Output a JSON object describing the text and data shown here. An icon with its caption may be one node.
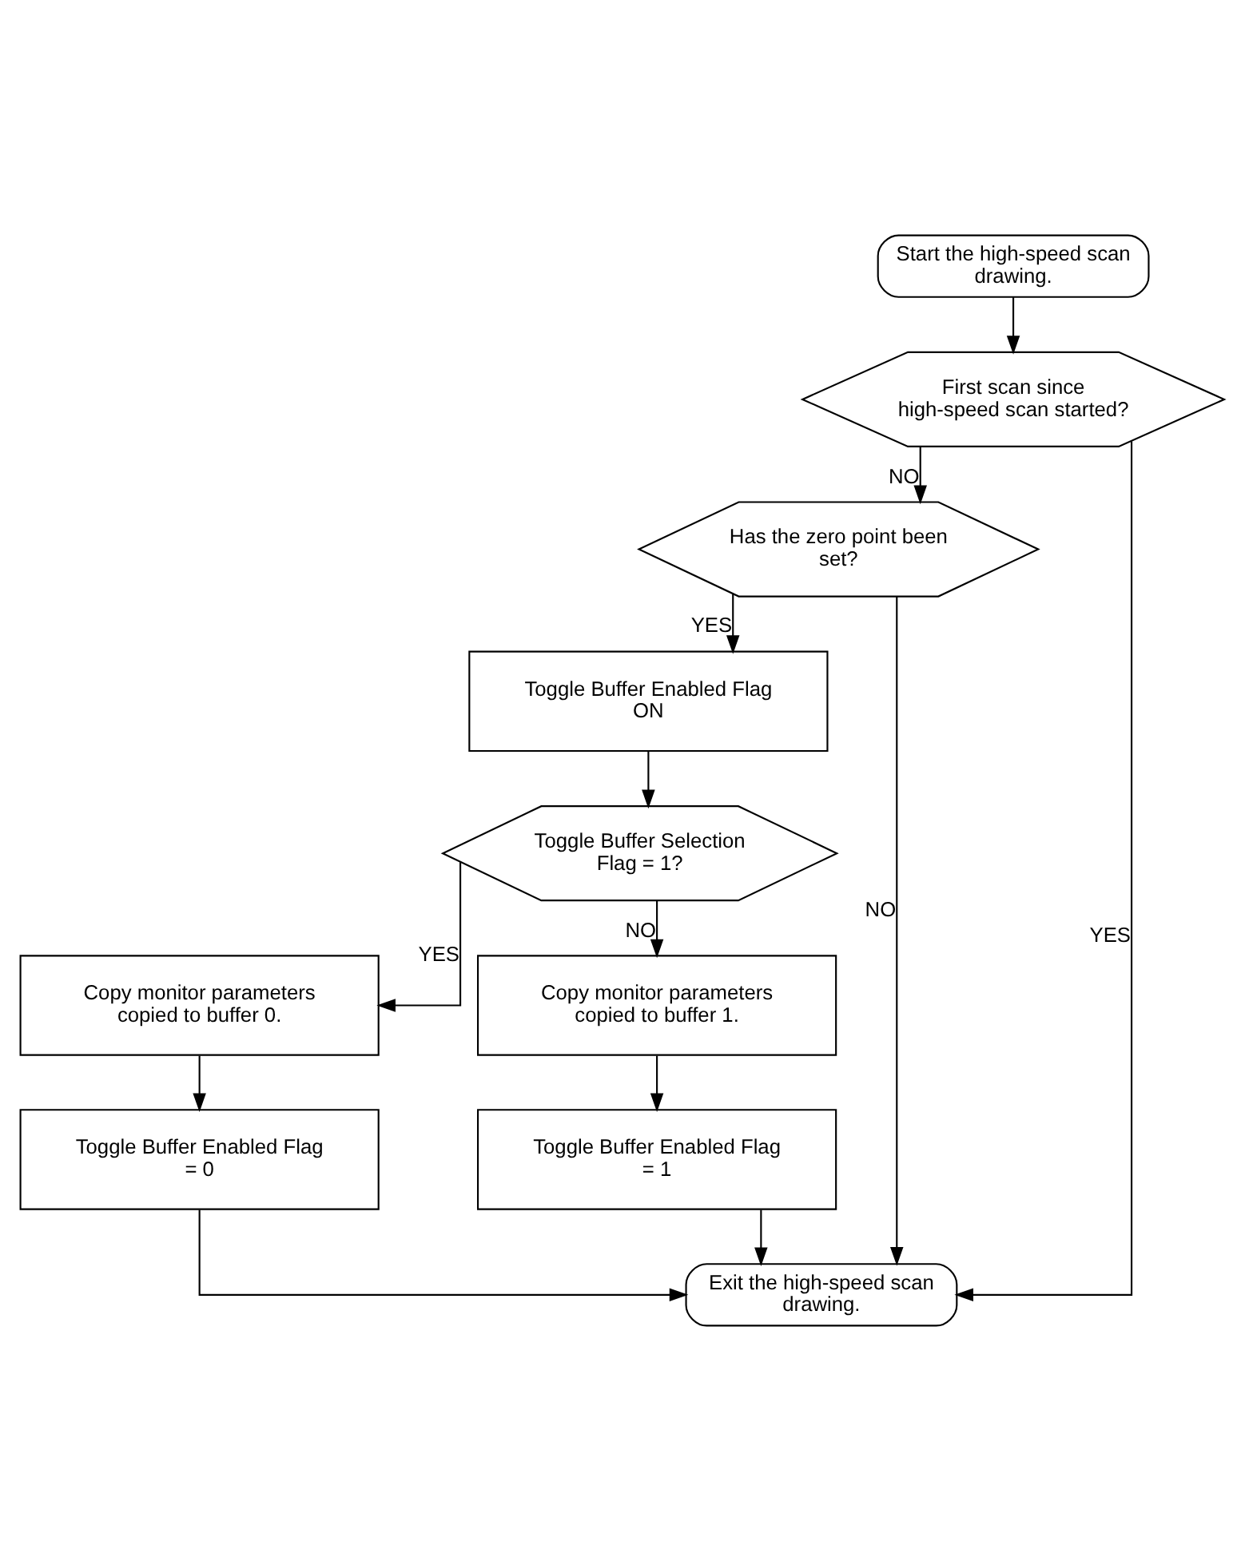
{
  "diagram": {
    "nodes": [
      {
        "text": [
          "Start the high-speed scan drawing."
        ]
      },
      {
        "text": [
          "First scan since high-speed scan started?"
        ]
      },
      {
        "text": [
          "Has the zero point been set?"
        ]
      },
      {
        "text": [
          "Toggle Buffer Enabled Flag ON"
        ]
      },
      {
        "text": [
          "Toggle Buffer Selection Flag = 1?"
        ]
      },
      {
        "text": [
          "Copy monitor parameters copied to buffer 0."
        ]
      },
      {
        "text": [
          "Copy monitor parameters copied to buffer 1."
        ]
      },
      {
        "text": [
          "Toggle Buffer Enabled Flag = 0"
        ]
      },
      {
        "text": [
          "Toggle Buffer Enabled Flag = 1"
        ]
      },
      {
        "text": [
          "Exit the high-speed scan drawing."
        ]
      }
    ],
    "edges": [
      {
        "from": 0,
        "to": 1,
        "arrow": "to"
      },
      {
        "from": 1,
        "to": 2,
        "arrow": "to",
        "label": "NO"
      },
      {
        "from": 1,
        "to": 9,
        "arrow": "to",
        "label": "YES"
      },
      {
        "from": 2,
        "to": 3,
        "arrow": "to",
        "label": "YES"
      },
      {
        "from": 2,
        "to": 9,
        "arrow": "to",
        "label": "NO"
      },
      {
        "from": 3,
        "to": 4,
        "arrow": "to"
      },
      {
        "from": 4,
        "to": 5,
        "arrow": "to",
        "label": "YES"
      },
      {
        "from": 4,
        "to": 6,
        "arrow": "to",
        "label": "NO"
      },
      {
        "from": 5,
        "to": 7,
        "arrow": "to"
      },
      {
        "from": 6,
        "to": 8,
        "arrow": "to"
      },
      {
        "from": 7,
        "to": 9,
        "arrow": "to"
      },
      {
        "from": 8,
        "to": 9,
        "arrow": "to"
      }
    ]
  }
}
